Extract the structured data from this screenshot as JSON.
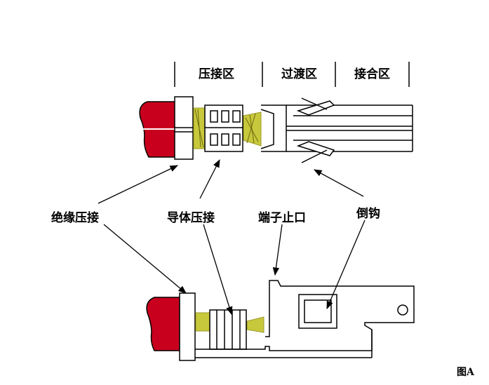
{
  "zones": [
    "压接区",
    "过渡区",
    "接合区"
  ],
  "callouts": {
    "insulation_crimp": "绝缘压接",
    "conductor_crimp": "导体压接",
    "terminal_stop": "端子止口",
    "barb": "倒钩"
  },
  "figure_label": "图A",
  "colors": {
    "insulation": "#c8001e",
    "wire_strands": "#c8c83c",
    "outline": "#000000",
    "background": "#ffffff"
  }
}
